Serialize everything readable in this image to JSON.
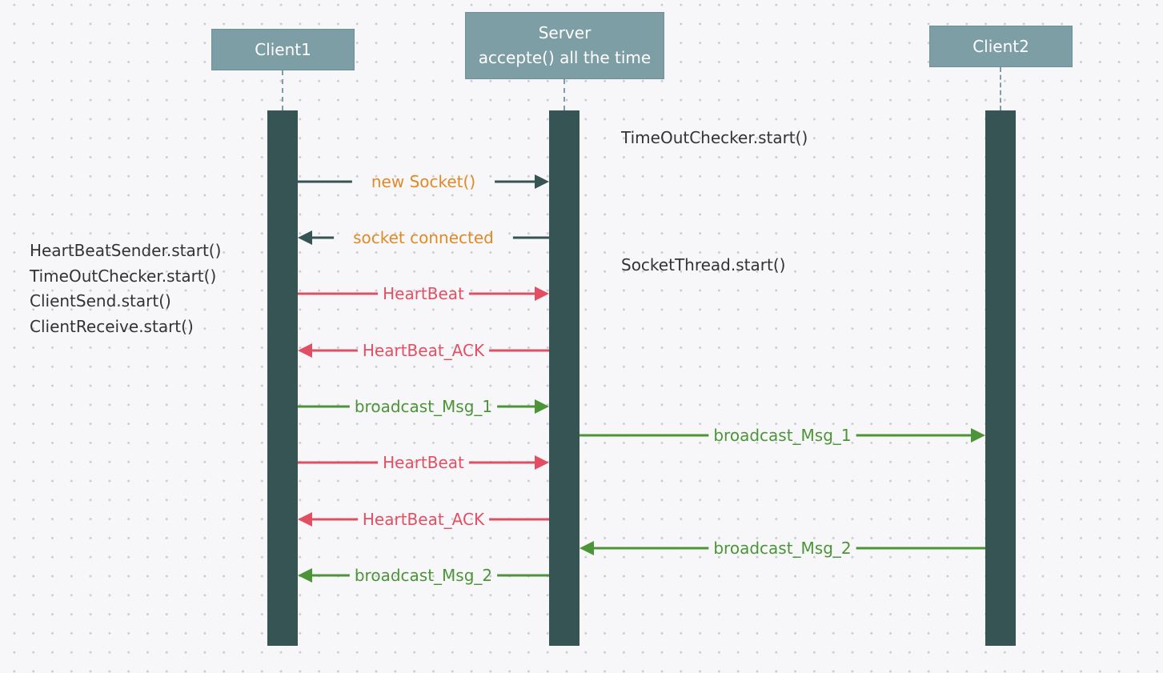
{
  "actors": {
    "client1": {
      "label": "Client1"
    },
    "server": {
      "line1": "Server",
      "line2": "accepte() all the time"
    },
    "client2": {
      "label": "Client2"
    }
  },
  "notes": {
    "server_timeout": "TimeOutChecker.start()",
    "server_socket_thread": "SocketThread.start()",
    "client1_starts": [
      "HeartBeatSender.start()",
      "TimeOutChecker.start()",
      "ClientSend.start()",
      "ClientReceive.start()"
    ]
  },
  "colors": {
    "dark": "#365454",
    "orange": "#e08a26",
    "red": "#e24f63",
    "green": "#4b9437"
  },
  "messages": [
    {
      "label": "new Socket()",
      "from": "client1",
      "to": "server",
      "line_color": "dark",
      "text_color": "orange"
    },
    {
      "label": "socket connected",
      "from": "server",
      "to": "client1",
      "line_color": "dark",
      "text_color": "orange"
    },
    {
      "label": "HeartBeat",
      "from": "client1",
      "to": "server",
      "line_color": "red",
      "text_color": "red"
    },
    {
      "label": "HeartBeat_ACK",
      "from": "server",
      "to": "client1",
      "line_color": "red",
      "text_color": "red"
    },
    {
      "label": "broadcast_Msg_1",
      "from": "client1",
      "to": "server",
      "line_color": "green",
      "text_color": "green"
    },
    {
      "label": "broadcast_Msg_1",
      "from": "server",
      "to": "client2",
      "line_color": "green",
      "text_color": "green"
    },
    {
      "label": "HeartBeat",
      "from": "client1",
      "to": "server",
      "line_color": "red",
      "text_color": "red"
    },
    {
      "label": "HeartBeat_ACK",
      "from": "server",
      "to": "client1",
      "line_color": "red",
      "text_color": "red"
    },
    {
      "label": "broadcast_Msg_2",
      "from": "client2",
      "to": "server",
      "line_color": "green",
      "text_color": "green"
    },
    {
      "label": "broadcast_Msg_2",
      "from": "server",
      "to": "client1",
      "line_color": "green",
      "text_color": "green"
    }
  ]
}
